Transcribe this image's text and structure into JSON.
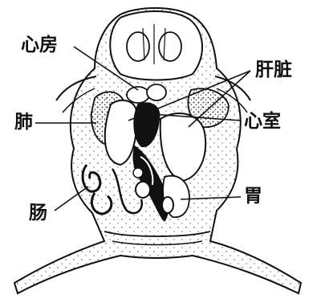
{
  "labels": {
    "atrium": "心房",
    "liver": "肝脏",
    "lung": "肺",
    "ventricle": "心室",
    "intestine": "肠",
    "stomach": "胃"
  },
  "colors": {
    "ink": "#111111",
    "paper": "#ffffff"
  }
}
